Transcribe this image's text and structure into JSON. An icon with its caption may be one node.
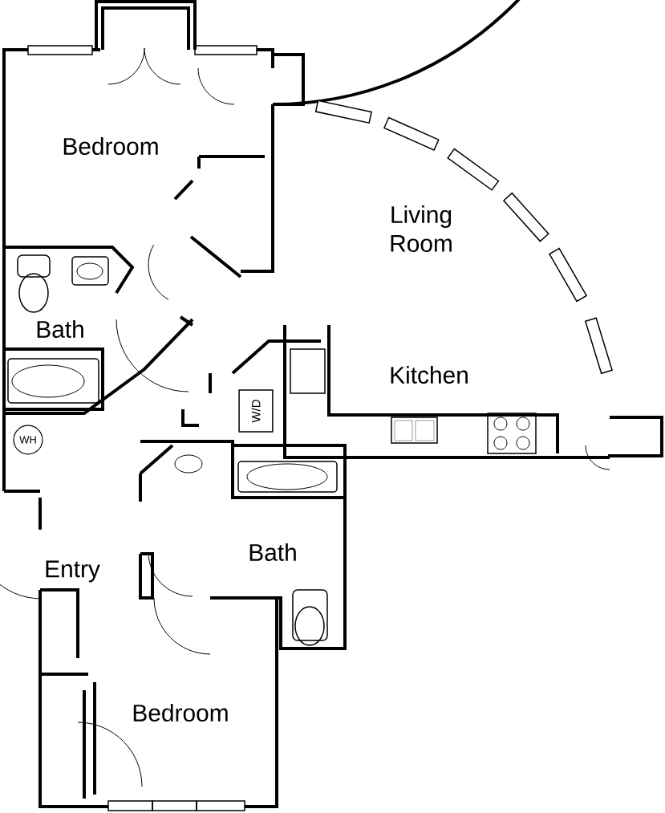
{
  "diagram": {
    "nodes": [
      {
        "text": [
          "W/D"
        ]
      },
      {
        "text": [
          "WH"
        ]
      }
    ],
    "labels": [
      "Bedroom",
      "Living Room",
      "Bath",
      "Kitchen",
      "Bath",
      "Entry",
      "Bedroom"
    ]
  }
}
